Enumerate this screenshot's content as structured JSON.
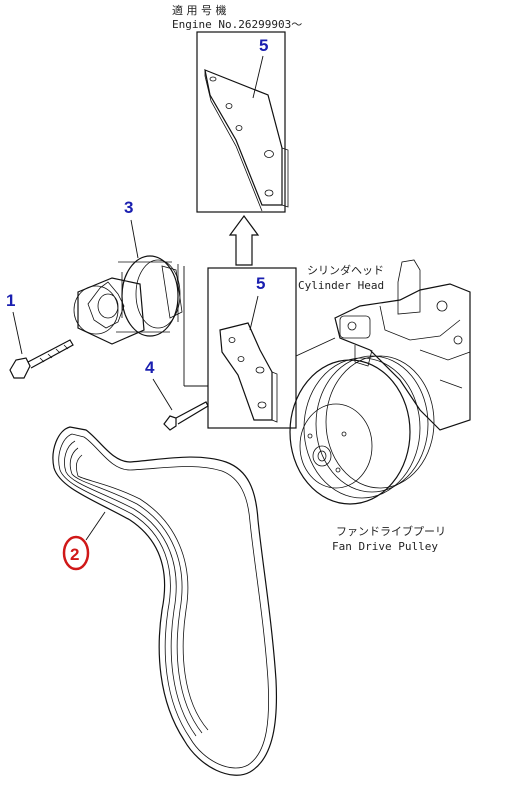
{
  "header": {
    "applicability_jp": "適 用 号 機",
    "engine_no": "Engine No.26299903～"
  },
  "callouts": {
    "c1": "1",
    "c2": "2",
    "c3": "3",
    "c4": "4",
    "c5_top": "5",
    "c5_mid": "5"
  },
  "labels": {
    "cylinder_head_jp": "シリンダヘッド",
    "cylinder_head_en": "Cylinder Head",
    "fan_pulley_jp": "ファンドライブプーリ",
    "fan_pulley_en": "Fan Drive Pulley"
  },
  "colors": {
    "callout_blue": "#1a1fb0",
    "callout_red": "#d01818",
    "line": "#111111"
  }
}
